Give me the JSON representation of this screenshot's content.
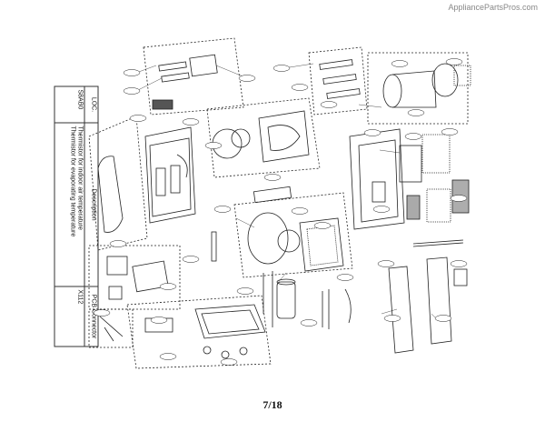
{
  "watermark": "AppliancePartsPros.com",
  "page_number": "7/18",
  "table": {
    "headers": {
      "loc": "LOC.",
      "description": "Description",
      "pcb": "PCB Connector"
    },
    "row": {
      "loc": "S8AB0",
      "description_line1": "Thermistor for indoor air temperature",
      "description_line2": "Thermistor for evaporating temperature",
      "pcb": "X112"
    }
  },
  "diagram": {
    "description": "Exploded view parts diagram"
  }
}
